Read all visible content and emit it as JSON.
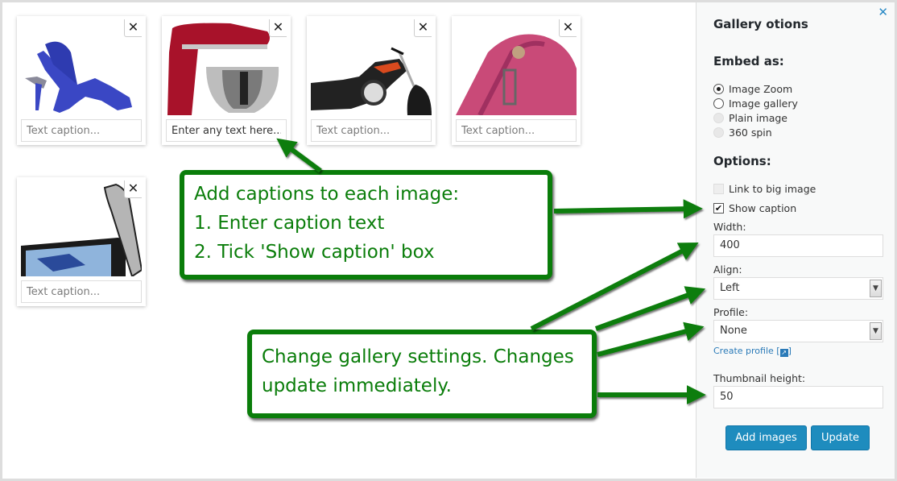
{
  "gallery": {
    "thumbnails": [
      {
        "name": "blue-shoe",
        "caption_value": "",
        "caption_placeholder": "Text caption...",
        "remove": "✕"
      },
      {
        "name": "red-mixer",
        "caption_value": "Enter any text here...",
        "caption_placeholder": "Text caption...",
        "remove": "✕"
      },
      {
        "name": "motorcycle",
        "caption_value": "",
        "caption_placeholder": "Text caption...",
        "remove": "✕"
      },
      {
        "name": "pink-purse",
        "caption_value": "",
        "caption_placeholder": "Text caption...",
        "remove": "✕"
      },
      {
        "name": "media-player",
        "caption_value": "",
        "caption_placeholder": "Text caption...",
        "remove": "✕"
      }
    ]
  },
  "callouts": {
    "captions": {
      "line1": "Add captions to each image:",
      "line2": "1. Enter caption text",
      "line3": "2. Tick 'Show caption' box"
    },
    "settings": {
      "line1": "Change gallery settings. Changes",
      "line2": "update immediately."
    }
  },
  "sidebar": {
    "title": "Gallery otions",
    "close": "✕",
    "embed_heading": "Embed as:",
    "embed_options": [
      {
        "label": "Image Zoom",
        "checked": true,
        "disabled": false
      },
      {
        "label": "Image gallery",
        "checked": false,
        "disabled": false
      },
      {
        "label": "Plain image",
        "checked": false,
        "disabled": true
      },
      {
        "label": "360 spin",
        "checked": false,
        "disabled": true
      }
    ],
    "options_heading": "Options:",
    "link_big_image": {
      "label": "Link to big image",
      "checked": false,
      "disabled": true
    },
    "show_caption": {
      "label": "Show caption",
      "checked": true
    },
    "width": {
      "label": "Width:",
      "value": "400"
    },
    "align": {
      "label": "Align:",
      "value": "Left"
    },
    "profile": {
      "label": "Profile:",
      "value": "None"
    },
    "create_profile": {
      "label": "Create profile [",
      "suffix": "]"
    },
    "thumbnail_height": {
      "label": "Thumbnail height:",
      "value": "50"
    },
    "buttons": {
      "add_images": "Add images",
      "update": "Update"
    }
  },
  "colors": {
    "callout_green": "#0a7d0a",
    "button_blue": "#1e8cbe",
    "link_blue": "#2a7ab8",
    "close_blue": "#2a8ac6"
  }
}
